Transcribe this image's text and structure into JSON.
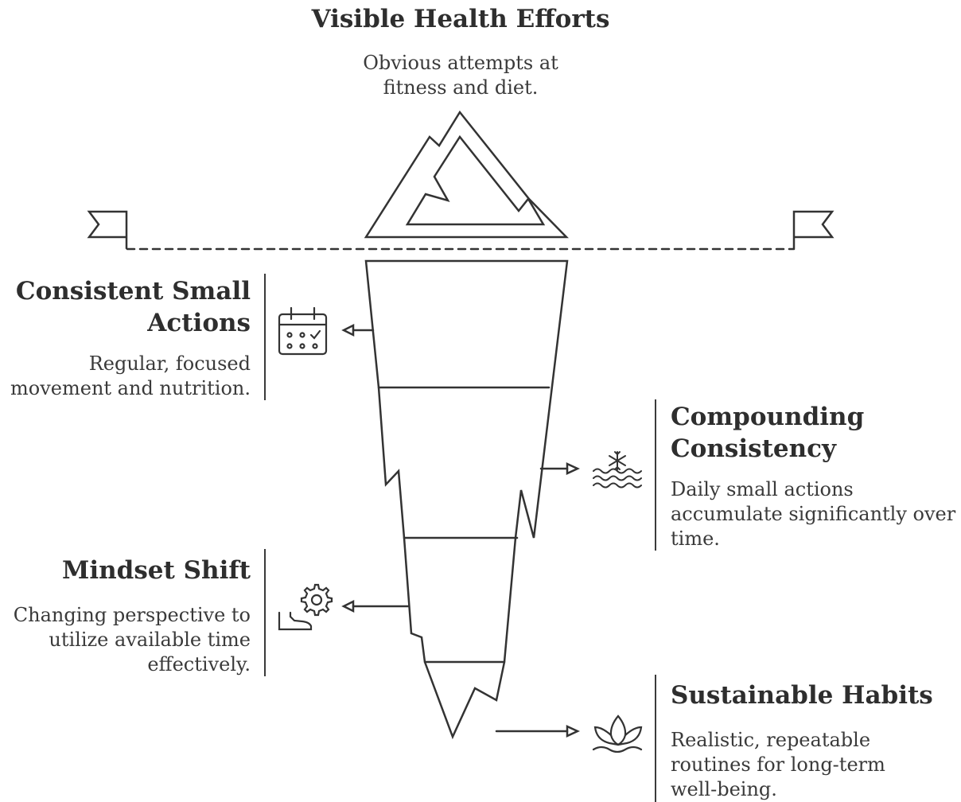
{
  "top": {
    "title": "Visible Health Efforts",
    "desc": "Obvious attempts at fitness and diet."
  },
  "layers": [
    {
      "title": "Consistent Small Actions",
      "desc": "Regular, focused movement and nutrition.",
      "icon": "calendar-check-icon"
    },
    {
      "title": "Compounding Consistency",
      "desc": "Daily small actions accumulate significantly over time.",
      "icon": "snowflake-waves-icon"
    },
    {
      "title": "Mindset Shift",
      "desc": "Changing perspective to utilize available time effectively.",
      "icon": "gear-shoe-icon"
    },
    {
      "title": "Sustainable Habits",
      "desc": "Realistic, repeatable routines for long-term well-being.",
      "icon": "lotus-icon"
    }
  ],
  "colors": {
    "stroke": "#333333",
    "text": "#2e2e2e"
  }
}
